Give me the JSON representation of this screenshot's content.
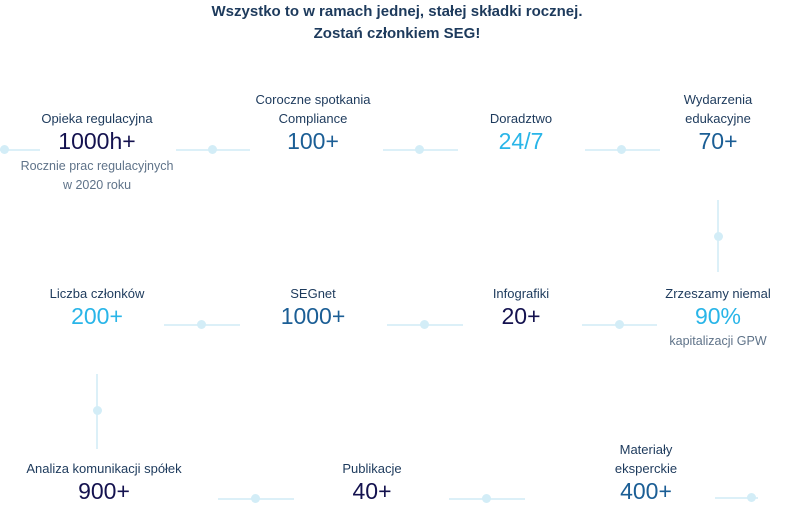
{
  "header": {
    "line1": "Wszystko to w ramach jednej, stałej składki rocznej.",
    "line2": "Zostań członkiem SEG!"
  },
  "stats": [
    {
      "label1": "",
      "label2": "Opieka regulacyjna",
      "value": "1000h+",
      "sub1": "Rocznie prac regulacyjnych",
      "sub2": "w 2020 roku"
    },
    {
      "label1": "Coroczne spotkania",
      "label2": "Compliance",
      "value": "100+"
    },
    {
      "label1": "",
      "label2": "Doradztwo",
      "value": "24/7"
    },
    {
      "label1": "Wydarzenia",
      "label2": "edukacyjne",
      "value": "70+"
    },
    {
      "label1": "",
      "label2": "Liczba członków",
      "value": "200+"
    },
    {
      "label1": "",
      "label2": "SEGnet",
      "value": "1000+"
    },
    {
      "label1": "",
      "label2": "Infografiki",
      "value": "20+"
    },
    {
      "label1": "",
      "label2": "Zrzeszamy niemal",
      "value": "90%",
      "sub1": "kapitalizacji GPW"
    },
    {
      "label1": "",
      "label2": "Analiza komunikacji spółek",
      "value": "900+"
    },
    {
      "label1": "",
      "label2": "Publikacje",
      "value": "40+"
    },
    {
      "label1": "Materiały",
      "label2": "eksperckie",
      "value": "400+"
    }
  ],
  "colors": {
    "navy": "#14124f",
    "mid": "#1b5e95",
    "light": "#29b5e8",
    "connector": "#dcf0f8"
  }
}
